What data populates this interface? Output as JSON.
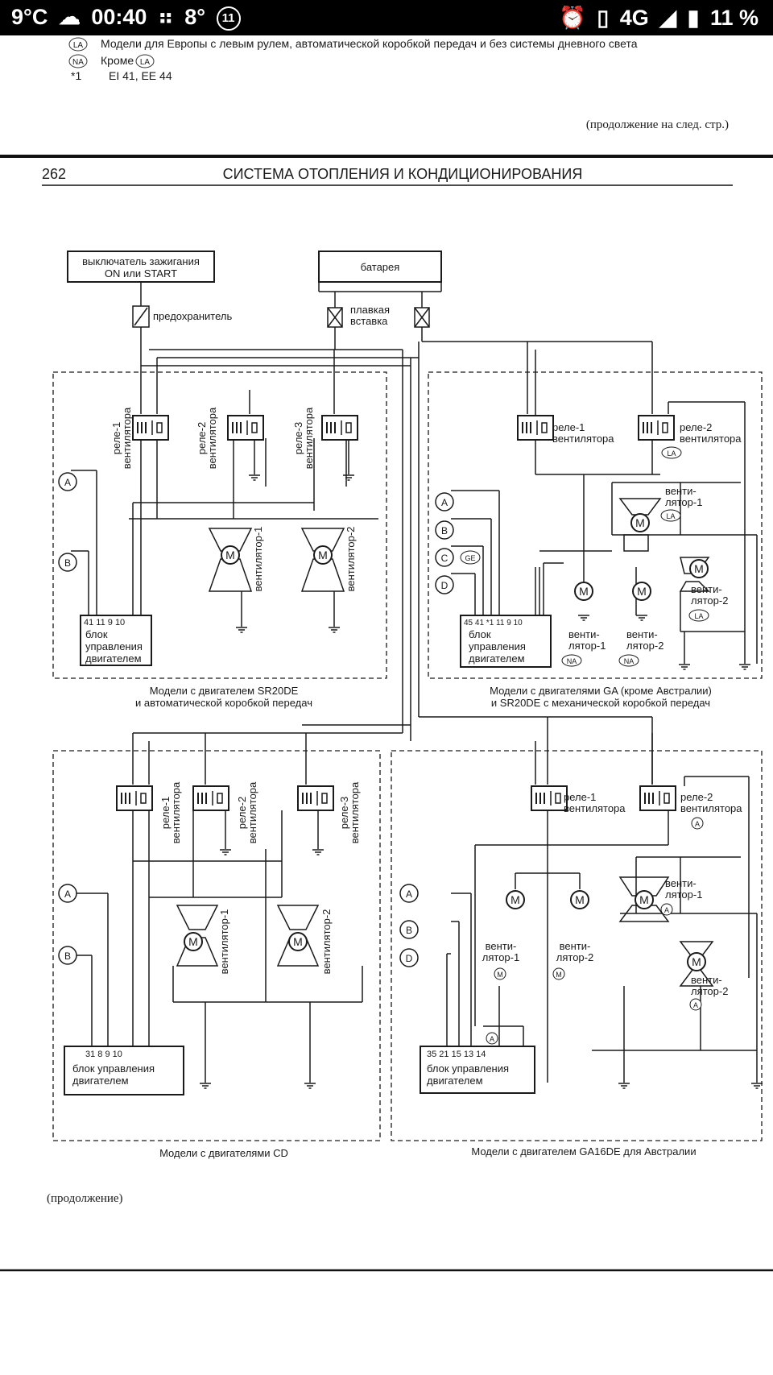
{
  "status_bar": {
    "temperature": "9°C",
    "time": "00:40",
    "temp2": "8°",
    "badge": "11",
    "network": "4G",
    "battery": "11 %"
  },
  "notes": {
    "la_tag": "LA",
    "la_text": "Модели для Европы с левым рулем, автоматической коробкой передач и без системы дневного света",
    "na_tag": "NA",
    "na_text": "Кроме",
    "na_ref": "LA",
    "star1": "*1",
    "star1_refs": "EI 41, EE 44",
    "continued_top": "(продолжение на след. стр.)"
  },
  "page": {
    "number": "262",
    "title": "СИСТЕМА ОТОПЛЕНИЯ И КОНДИЦИОНИРОВАНИЯ",
    "continued_bottom": "(продолжение)"
  },
  "diagram": {
    "ignition_line1": "выключатель зажигания",
    "ignition_line2": "ON или START",
    "battery": "батарея",
    "fuse": "предохранитель",
    "fusible_link1": "плавкая",
    "fusible_link2": "вставка",
    "ecu1": "блок",
    "ecu2": "управления",
    "ecu3": "двигателем",
    "ecu_inline": "блок управления",
    "relay1_a": "реле-1",
    "relay2_a": "реле-2",
    "relay3_a": "реле-3",
    "relay_b": "вентилятора",
    "fan1_v": "вентилятор-1",
    "fan2_v": "вентилятор-2",
    "fan_a": "венти-",
    "fan1_b": "лятор-1",
    "fan2_b": "лятор-2",
    "pins_sr20": "41 11 9   10",
    "pins_ga": "45 41 *1 11 9  10",
    "pins_cd": "31  8   9    10",
    "pins_au": "35  21  15     13     14",
    "conn_A": "A",
    "conn_B": "B",
    "conn_C": "C",
    "conn_D": "D",
    "tag_LA": "LA",
    "tag_NA": "NA",
    "tag_GE": "GE",
    "tag_A": "A",
    "tag_M": "M",
    "caption_sr20_1": "Модели с двигателем SR20DE",
    "caption_sr20_2": "и автоматической коробкой передач",
    "caption_ga_1": "Модели с двигателями GA (кроме Австралии)",
    "caption_ga_2": "и SR20DE с механической коробкой передач",
    "caption_cd": "Модели с двигателями CD",
    "caption_au": "Модели с двигателем GA16DE для Австралии"
  }
}
